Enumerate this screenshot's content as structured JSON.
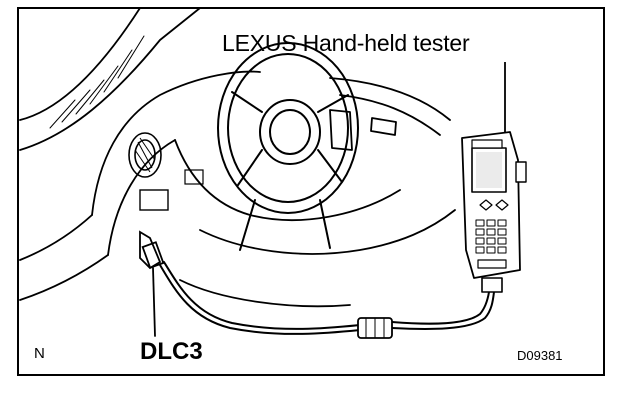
{
  "figure": {
    "tester_label": "LEXUS Hand-held tester",
    "connector_label": "DLC3",
    "orientation_mark": "N",
    "figure_code": "D09381"
  },
  "colors": {
    "ink": "#000000",
    "paper": "#ffffff"
  }
}
